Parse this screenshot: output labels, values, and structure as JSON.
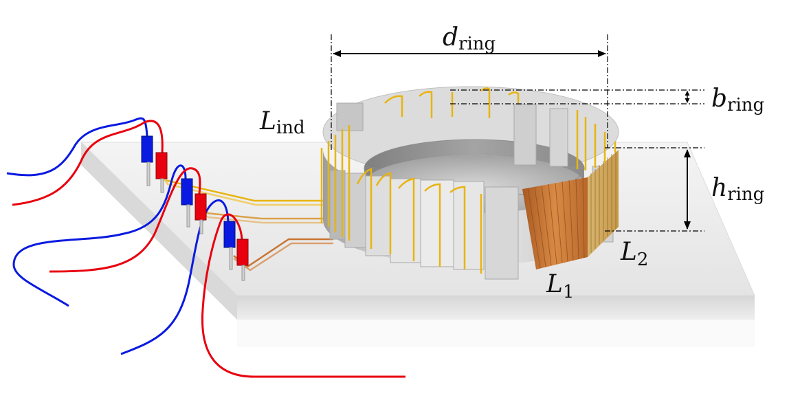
{
  "labels": {
    "d_ring": {
      "main": "d",
      "sub": "ring"
    },
    "b_ring": {
      "main": "b",
      "sub": "ring"
    },
    "h_ring": {
      "main": "h",
      "sub": "ring"
    },
    "L_ind": {
      "main": "L",
      "sub": "ind"
    },
    "L_1": {
      "main": "L",
      "sub": "1"
    },
    "L_2": {
      "main": "L",
      "sub": "2"
    }
  },
  "colors": {
    "ring_light": "#e6e6e6",
    "ring_mid": "#c8c8c8",
    "ring_dark": "#9a9a9a",
    "yellow_winding": "#e8b40f",
    "copper_winding": "#c87533",
    "tan_winding": "#cfa85a",
    "probe_blue": "#0a1ae0",
    "probe_red": "#e8000e",
    "board": "#ececec"
  }
}
